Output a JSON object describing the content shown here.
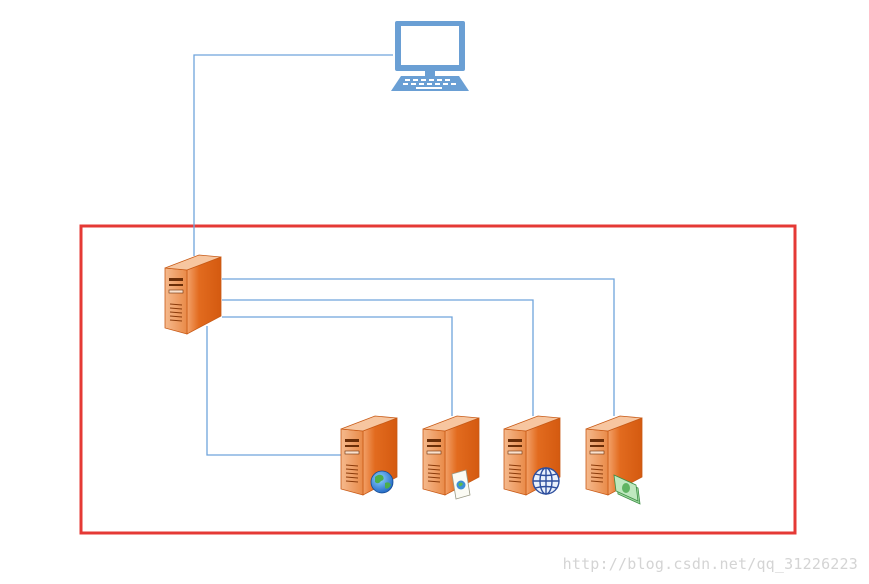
{
  "diagram": {
    "nodes": [
      {
        "id": "client",
        "kind": "computer"
      },
      {
        "id": "gateway",
        "kind": "server"
      },
      {
        "id": "server-1",
        "kind": "server",
        "badge": "globe"
      },
      {
        "id": "server-2",
        "kind": "server",
        "badge": "document"
      },
      {
        "id": "server-3",
        "kind": "server",
        "badge": "web-globe"
      },
      {
        "id": "server-4",
        "kind": "server",
        "badge": "money"
      }
    ],
    "edges": [
      {
        "from": "client",
        "to": "gateway"
      },
      {
        "from": "gateway",
        "to": "server-1"
      },
      {
        "from": "gateway",
        "to": "server-2"
      },
      {
        "from": "gateway",
        "to": "server-3"
      },
      {
        "from": "gateway",
        "to": "server-4"
      }
    ],
    "group": {
      "contains": [
        "gateway",
        "server-1",
        "server-2",
        "server-3",
        "server-4"
      ]
    }
  },
  "colors": {
    "line": "#6fa4dc",
    "box": "#e53935",
    "computer": "#6a9fd4",
    "server_front": "#e06a1e",
    "server_side": "#f0a06c",
    "server_top": "#f6c29a"
  },
  "watermark": "http://blog.csdn.net/qq_31226223"
}
